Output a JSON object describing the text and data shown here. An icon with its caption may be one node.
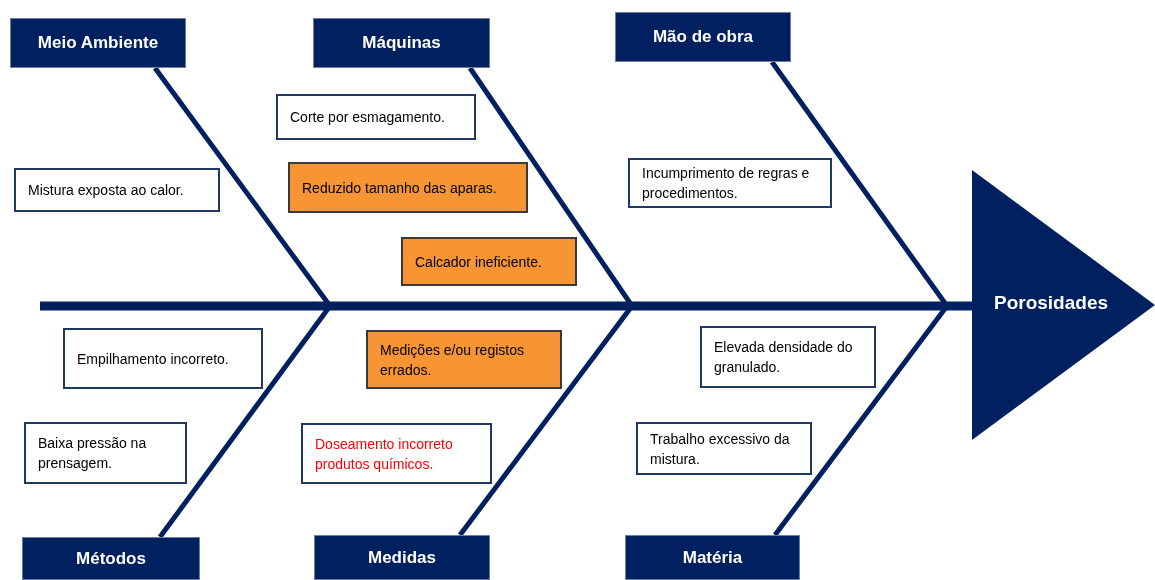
{
  "diagram": {
    "nodes": [
      {
        "text": [
          "Meio Ambiente"
        ]
      },
      {
        "text": [
          "Máquinas"
        ]
      },
      {
        "text": [
          "Mão de obra"
        ]
      },
      {
        "text": [
          "Corte por esmagamento."
        ]
      },
      {
        "text": [
          "Mistura exposta ao calor."
        ]
      },
      {
        "text": [
          "Incumprimento de regras e procedimentos."
        ]
      },
      {
        "text": [
          "Reduzido tamanho das aparas."
        ]
      },
      {
        "text": [
          "Calcador ineficiente."
        ]
      },
      {
        "text": [
          "Porosidades"
        ]
      },
      {
        "text": [
          "Empilhamento incorreto."
        ]
      },
      {
        "text": [
          "Medições e/ou registos errados."
        ]
      },
      {
        "text": [
          "Elevada densidade do granulado."
        ]
      },
      {
        "text": [
          "Baixa pressão na prensagem."
        ]
      },
      {
        "text": [
          "Doseamento incorreto produtos químicos."
        ]
      },
      {
        "text": [
          "Trabalho excessivo da mistura."
        ]
      },
      {
        "text": [
          "Métodos"
        ]
      },
      {
        "text": [
          "Medidas"
        ]
      },
      {
        "text": [
          "Matéria"
        ]
      }
    ],
    "edges": [
      {
        "from": 0,
        "to": 8,
        "arrow": "none"
      },
      {
        "from": 1,
        "to": 8,
        "arrow": "none"
      },
      {
        "from": 2,
        "to": 8,
        "arrow": "none"
      },
      {
        "from": 15,
        "to": 8,
        "arrow": "none"
      },
      {
        "from": 16,
        "to": 8,
        "arrow": "none"
      },
      {
        "from": 17,
        "to": 8,
        "arrow": "none"
      }
    ]
  }
}
